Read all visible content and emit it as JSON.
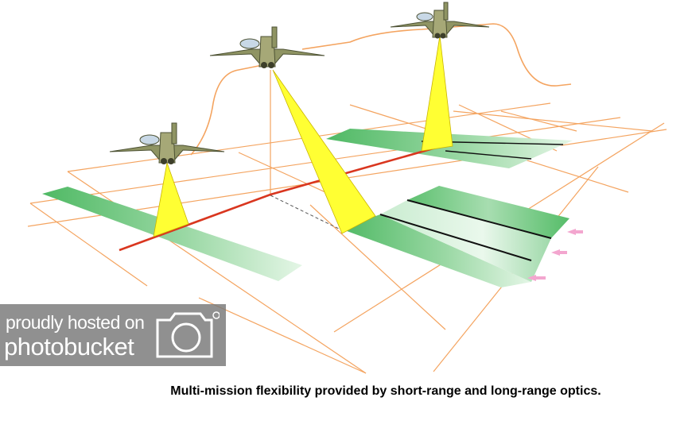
{
  "caption": "Multi-mission flexibility provided by short-range and long-range optics.",
  "watermark": {
    "line1": "proudly hosted on",
    "line2": "photobucket"
  },
  "colors": {
    "grid": "#f4a460",
    "flight_path": "#d9361f",
    "swath": "#5cc26a",
    "swath_light": "#d9f2dc",
    "cone": "#ffff33",
    "arrow": "#f3a6cf",
    "aircraft": "#8f9463"
  },
  "icons": [
    "aircraft-icon",
    "sensor-cone-icon",
    "camera-icon",
    "arrow-icon"
  ]
}
